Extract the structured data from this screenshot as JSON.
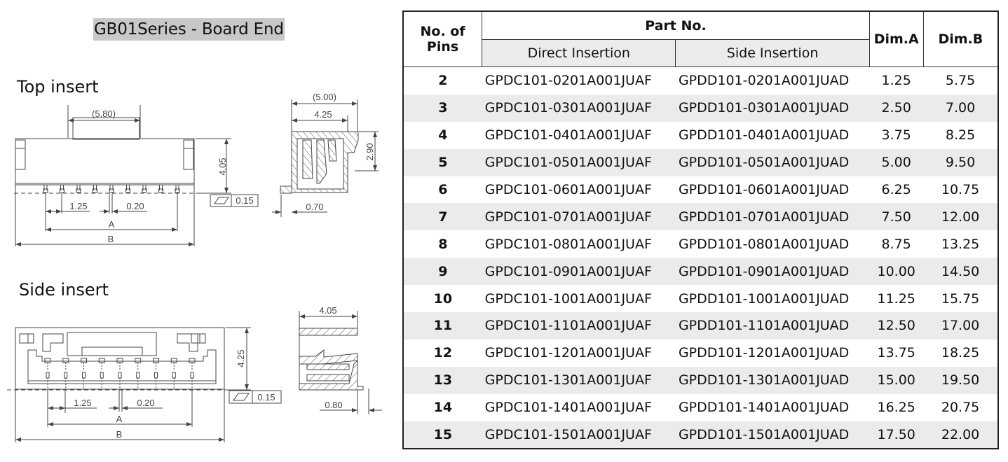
{
  "title": "GB01Series - Board End",
  "sections": {
    "top_insert": {
      "label": "Top insert",
      "front_view": {
        "dims": {
          "top_width": "(5.80)",
          "height": "4.05",
          "pitch": "1.25",
          "pin_width": "0.20",
          "dim_a": "A",
          "dim_b": "B"
        },
        "flatness_symbol": "parallelogram",
        "flatness_value": "0.15"
      },
      "side_view": {
        "dims": {
          "overall": "(5.00)",
          "body": "4.25",
          "height": "2.90",
          "lead": "0.70"
        }
      }
    },
    "side_insert": {
      "label": "Side insert",
      "front_view": {
        "dims": {
          "height": "4.25",
          "pitch": "1.25",
          "pin_width": "0.20",
          "dim_a": "A",
          "dim_b": "B"
        },
        "flatness_symbol": "parallelogram",
        "flatness_value": "0.15"
      },
      "side_view": {
        "dims": {
          "body": "4.05",
          "lead": "0.80"
        }
      }
    }
  },
  "table": {
    "headers": {
      "pins": "No. of Pins",
      "pins_line1": "No. of",
      "pins_line2": "Pins",
      "part_no": "Part No.",
      "direct": "Direct Insertion",
      "side": "Side Insertion",
      "dim_a": "Dim.A",
      "dim_b": "Dim.B"
    },
    "rows": [
      {
        "pins": "2",
        "direct": "GPDC101-0201A001JUAF",
        "side": "GPDD101-0201A001JUAD",
        "dim_a": "1.25",
        "dim_b": "5.75"
      },
      {
        "pins": "3",
        "direct": "GPDC101-0301A001JUAF",
        "side": "GPDD101-0301A001JUAD",
        "dim_a": "2.50",
        "dim_b": "7.00"
      },
      {
        "pins": "4",
        "direct": "GPDC101-0401A001JUAF",
        "side": "GPDD101-0401A001JUAD",
        "dim_a": "3.75",
        "dim_b": "8.25"
      },
      {
        "pins": "5",
        "direct": "GPDC101-0501A001JUAF",
        "side": "GPDD101-0501A001JUAD",
        "dim_a": "5.00",
        "dim_b": "9.50"
      },
      {
        "pins": "6",
        "direct": "GPDC101-0601A001JUAF",
        "side": "GPDD101-0601A001JUAD",
        "dim_a": "6.25",
        "dim_b": "10.75"
      },
      {
        "pins": "7",
        "direct": "GPDC101-0701A001JUAF",
        "side": "GPDD101-0701A001JUAD",
        "dim_a": "7.50",
        "dim_b": "12.00"
      },
      {
        "pins": "8",
        "direct": "GPDC101-0801A001JUAF",
        "side": "GPDD101-0801A001JUAD",
        "dim_a": "8.75",
        "dim_b": "13.25"
      },
      {
        "pins": "9",
        "direct": "GPDC101-0901A001JUAF",
        "side": "GPDD101-0901A001JUAD",
        "dim_a": "10.00",
        "dim_b": "14.50"
      },
      {
        "pins": "10",
        "direct": "GPDC101-1001A001JUAF",
        "side": "GPDD101-1001A001JUAD",
        "dim_a": "11.25",
        "dim_b": "15.75"
      },
      {
        "pins": "11",
        "direct": "GPDC101-1101A001JUAF",
        "side": "GPDD101-1101A001JUAD",
        "dim_a": "12.50",
        "dim_b": "17.00"
      },
      {
        "pins": "12",
        "direct": "GPDC101-1201A001JUAF",
        "side": "GPDD101-1201A001JUAD",
        "dim_a": "13.75",
        "dim_b": "18.25"
      },
      {
        "pins": "13",
        "direct": "GPDC101-1301A001JUAF",
        "side": "GPDD101-1301A001JUAD",
        "dim_a": "15.00",
        "dim_b": "19.50"
      },
      {
        "pins": "14",
        "direct": "GPDC101-1401A001JUAF",
        "side": "GPDD101-1401A001JUAD",
        "dim_a": "16.25",
        "dim_b": "20.75"
      },
      {
        "pins": "15",
        "direct": "GPDC101-1501A001JUAF",
        "side": "GPDD101-1501A001JUAD",
        "dim_a": "17.50",
        "dim_b": "22.00"
      }
    ]
  },
  "colors": {
    "title_highlight": "#c8c8c8",
    "row_stripe": "#ebebeb",
    "subheader_bg": "#ececec",
    "line": "#444444"
  }
}
